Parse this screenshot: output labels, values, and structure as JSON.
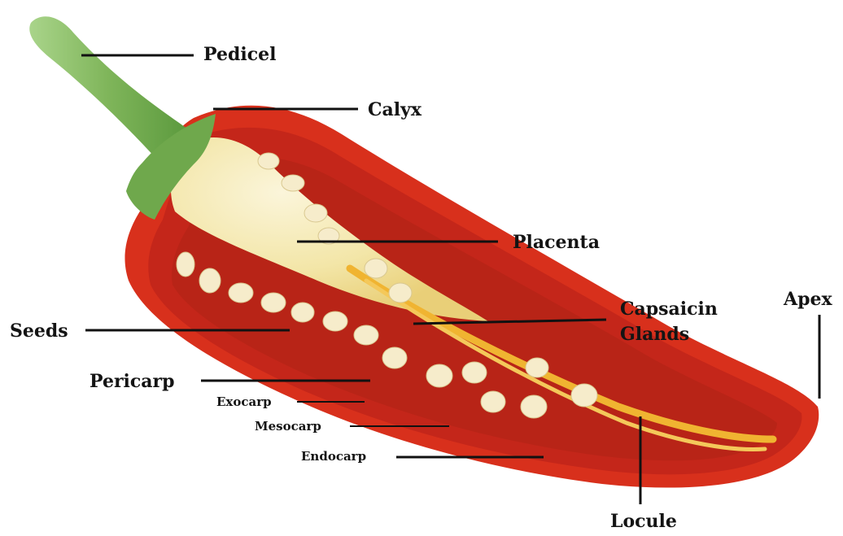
{
  "labels": {
    "pedicel": "Pedicel",
    "calyx": "Calyx",
    "placenta": "Placenta",
    "capsaicin_glands": [
      "Capsaicin",
      "Glands"
    ],
    "apex": "Apex",
    "seeds": "Seeds",
    "pericarp": "Pericarp",
    "exocarp": "Exocarp",
    "mesocarp": "Mesocarp",
    "endocarp": "Endocarp",
    "locule": "Locule"
  },
  "colors": {
    "pericarp_outer": "#d8301c",
    "pericarp_inner": "#c4261a",
    "locule": "#b82417",
    "placenta": "#f3e6a8",
    "capsaicin": "#f0b431",
    "seed": "#f6eccb",
    "stem": "#7fb55a",
    "calyx": "#6fa84c",
    "leader": "#111111"
  }
}
